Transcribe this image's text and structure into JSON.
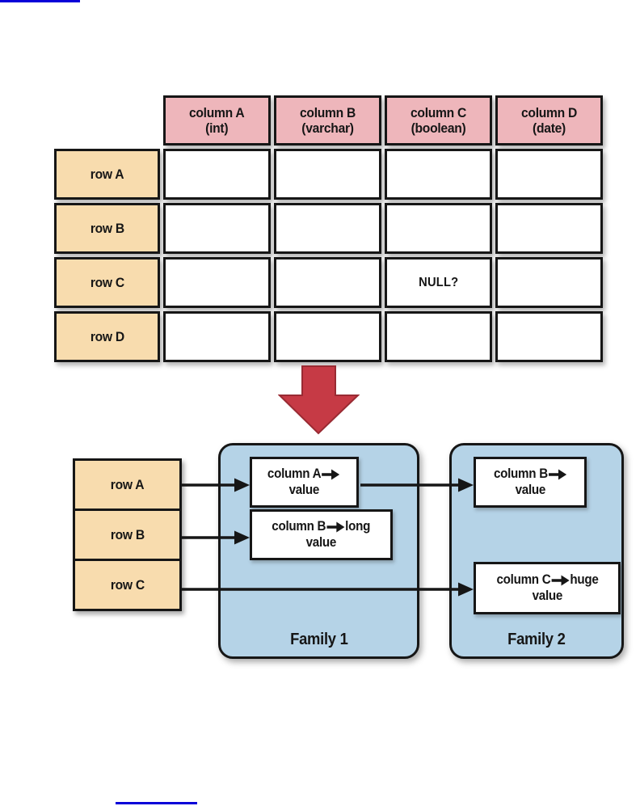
{
  "colors": {
    "header_bg": "#eeb6bb",
    "row_bg": "#f8dcae",
    "family_bg": "#b5d3e7",
    "arrow_red": "#c63a45",
    "arrow_red_edge": "#992b33",
    "border_black": "#161616",
    "link_blue": "#0a00d8"
  },
  "relational_table": {
    "column_headers": [
      {
        "name": "column A",
        "type": "(int)"
      },
      {
        "name": "column B",
        "type": "(varchar)"
      },
      {
        "name": "column C",
        "type": "(boolean)"
      },
      {
        "name": "column D",
        "type": "(date)"
      }
    ],
    "row_headers": [
      "row A",
      "row B",
      "row C",
      "row D"
    ],
    "null_cell": {
      "row": "row C",
      "column": "column C",
      "label": "NULL?"
    }
  },
  "column_family_store": {
    "row_keys": [
      "row A",
      "row B",
      "row C"
    ],
    "families": [
      {
        "label": "Family 1",
        "cells": [
          {
            "column": "column A",
            "suffix": "",
            "value": "value"
          },
          {
            "column": "column B",
            "suffix": "long",
            "value": "value"
          }
        ]
      },
      {
        "label": "Family 2",
        "cells": [
          {
            "column": "column B",
            "suffix": "",
            "value": "value"
          },
          {
            "column": "column C",
            "suffix": "huge",
            "value": "value"
          }
        ]
      }
    ]
  }
}
